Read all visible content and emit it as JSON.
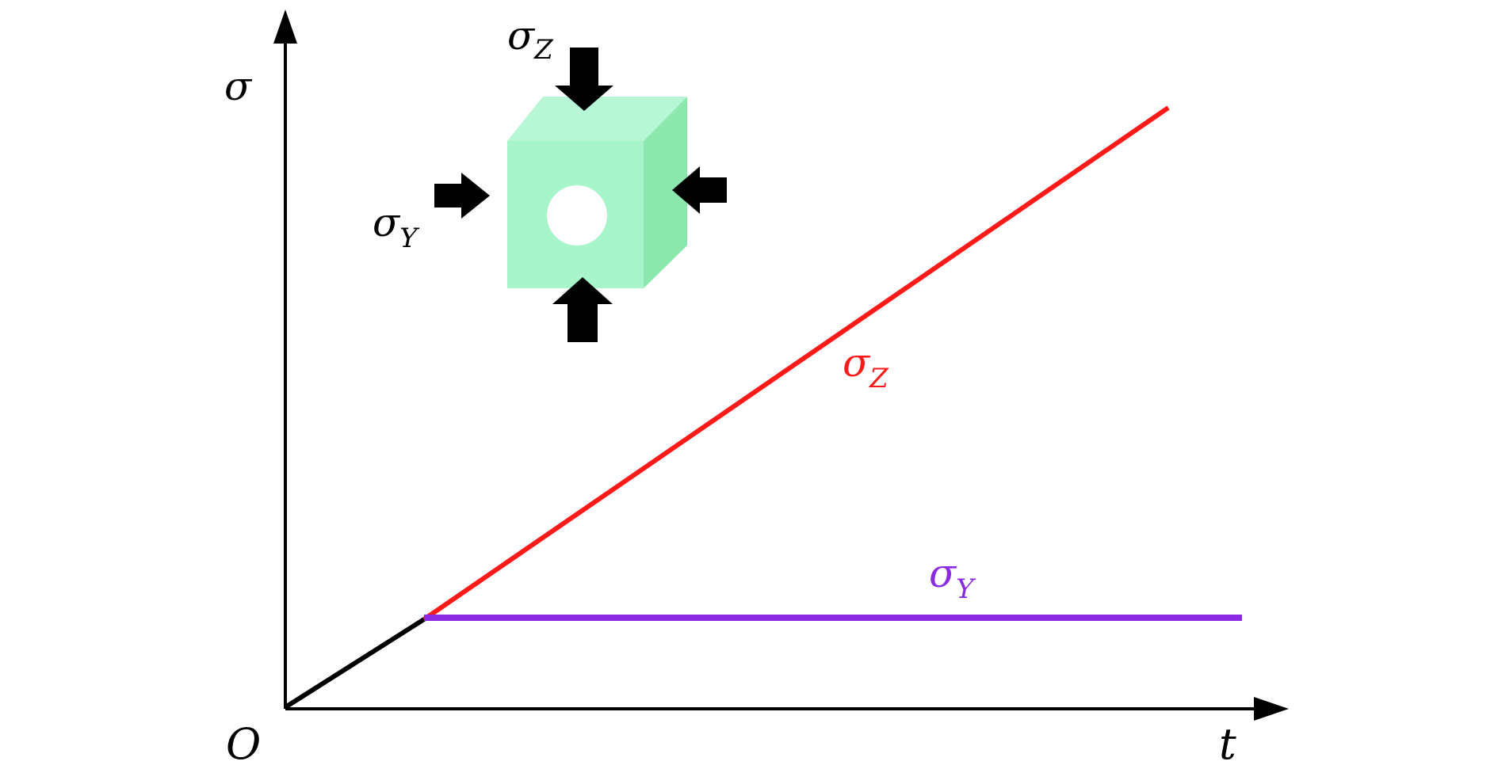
{
  "axes": {
    "y_label": "σ",
    "x_label": "t",
    "origin_label": "O"
  },
  "inset": {
    "top_force": {
      "symbol": "σ",
      "subscript": "Z"
    },
    "side_force": {
      "symbol": "σ",
      "subscript": "Y"
    }
  },
  "curves": {
    "z": {
      "symbol": "σ",
      "subscript": "Z"
    },
    "y": {
      "symbol": "σ",
      "subscript": "Y"
    }
  },
  "colors": {
    "z_line": "#ff1a1a",
    "y_line": "#8a2be2",
    "initial_line": "#000000",
    "axis": "#000000",
    "block_front": "#a8f5cc",
    "block_side": "#8de8b0",
    "arrow": "#000000"
  }
}
